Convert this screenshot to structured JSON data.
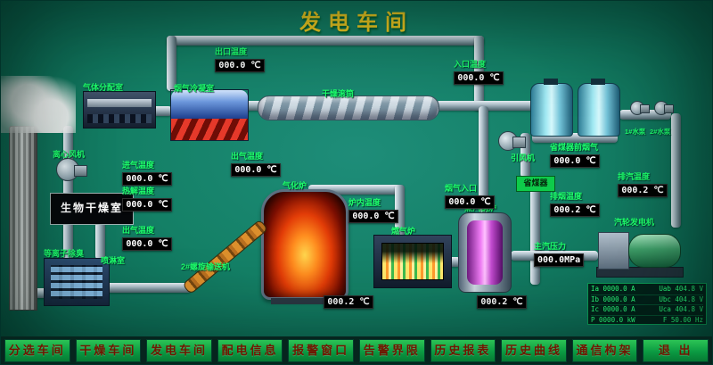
{
  "title": "发电车间",
  "equipment": {
    "gas_dist": "气体分配室",
    "condenser": "烟气冷凝室",
    "drum": "干燥滚筒",
    "cent_fan": "离心风机",
    "id_fan": "引风机",
    "bio_dry": "生物干燥室",
    "plasma": "等离子除臭",
    "spray": "喷淋室",
    "gasifier": "气化炉",
    "conveyor": "2#螺旋输送机",
    "gas_furnace": "燃气炉",
    "boiler": "蒸汽锅炉",
    "economizer": "省煤器",
    "turbine": "汽轮发电机",
    "pump1": "1#水泵",
    "pump2": "2#水泵"
  },
  "gauges": {
    "outlet_temp": {
      "label": "出口温度",
      "value": "000.0 ℃"
    },
    "inlet_temp": {
      "label": "入口温度",
      "value": "000.0 ℃"
    },
    "in_air_temp": {
      "label": "进气温度",
      "value": "000.0 ℃"
    },
    "pyro_temp": {
      "label": "热解温度",
      "value": "000.0 ℃"
    },
    "out_air_top": {
      "label": "出气温度",
      "value": "000.0 ℃"
    },
    "out_air_left": {
      "label": "出气温度",
      "value": "000.0 ℃"
    },
    "furnace_temp": {
      "label": "炉内温度",
      "value": "000.0 ℃"
    },
    "flue_inlet": {
      "label": "烟气入口",
      "value": "000.0 ℃"
    },
    "eco_before": {
      "label": "省煤器前烟气",
      "value": "000.0 ℃"
    },
    "exhaust_temp": {
      "label": "排烟温度",
      "value": "000.2 ℃"
    },
    "steam_exhaust": {
      "label": "排汽温度",
      "value": "000.2 ℃"
    },
    "main_steam": {
      "label": "主汽压力",
      "value": "000.0MPa"
    },
    "gas_furnace_temp": {
      "value": "000.2 ℃"
    },
    "boiler_temp": {
      "value": "000.2 ℃"
    }
  },
  "table": {
    "rows": [
      [
        "Ia 0000.0 A",
        "Uab 404.8 V"
      ],
      [
        "Ib 0000.0 A",
        "Ubc 404.8 V"
      ],
      [
        "Ic 0000.0 A",
        "Uca 404.8 V"
      ],
      [
        "P  0000.0 kW",
        "F  50.00 Hz"
      ]
    ]
  },
  "menu": {
    "items": [
      "分选车间",
      "干燥车间",
      "发电车间",
      "配电信息",
      "报警窗口",
      "告警界限",
      "历史报表",
      "历史曲线",
      "通信构架",
      "退 出"
    ]
  }
}
